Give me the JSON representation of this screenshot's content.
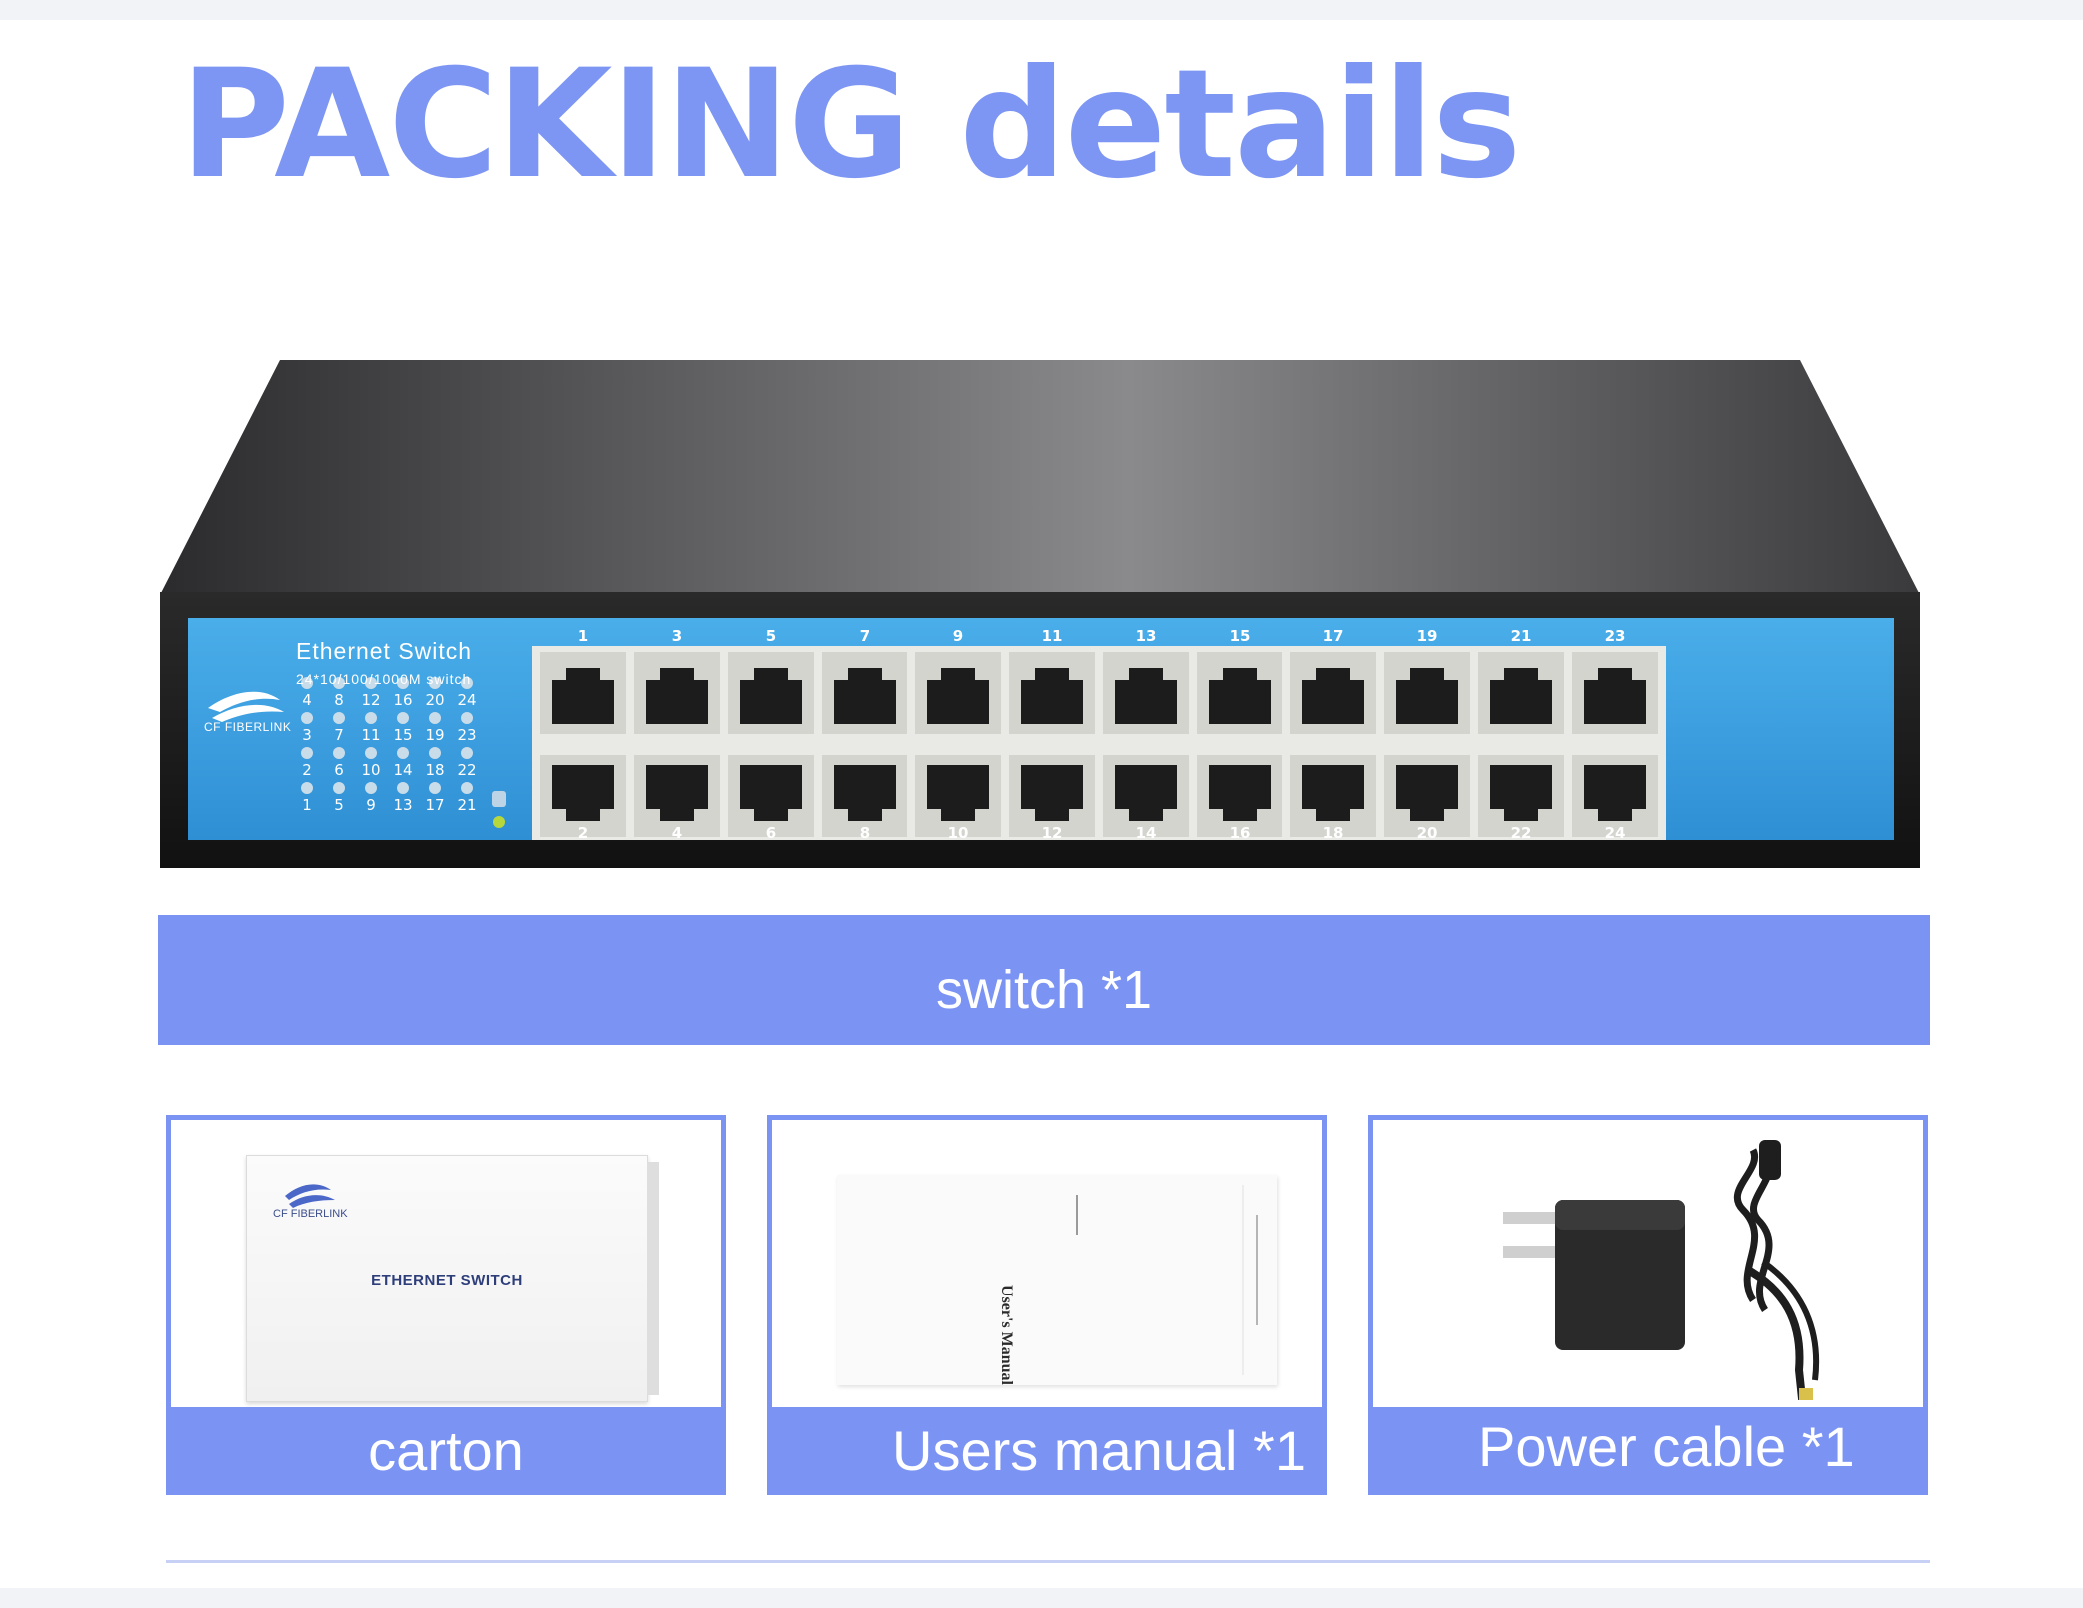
{
  "page_title": "PACKING details",
  "switch_device": {
    "product_line": "Ethernet Switch",
    "spec": "24*10/100/1000M switch",
    "brand": "CF FIBERLINK",
    "top_port_numbers": [
      "1",
      "3",
      "5",
      "7",
      "9",
      "11",
      "13",
      "15",
      "17",
      "19",
      "21",
      "23"
    ],
    "bottom_port_numbers": [
      "2",
      "4",
      "6",
      "8",
      "10",
      "12",
      "14",
      "16",
      "18",
      "20",
      "22",
      "24"
    ],
    "led_rows": [
      [
        "4",
        "8",
        "12",
        "16",
        "20",
        "24"
      ],
      [
        "3",
        "7",
        "11",
        "15",
        "19",
        "23"
      ],
      [
        "2",
        "6",
        "10",
        "14",
        "18",
        "22"
      ],
      [
        "1",
        "5",
        "9",
        "13",
        "17",
        "21"
      ]
    ]
  },
  "items": {
    "switch_label": "switch *1",
    "carton_label": "carton",
    "manual_label": "Users manual *1",
    "power_label": "Power cable  *1"
  },
  "carton": {
    "brand": "CF FIBERLINK",
    "product_text": "ETHERNET SWITCH"
  },
  "manual": {
    "cover_text": "User's Manual"
  },
  "colors": {
    "accent": "#7b93f3",
    "title": "#7d96f3",
    "panel_blue": "#3c9ee0"
  }
}
